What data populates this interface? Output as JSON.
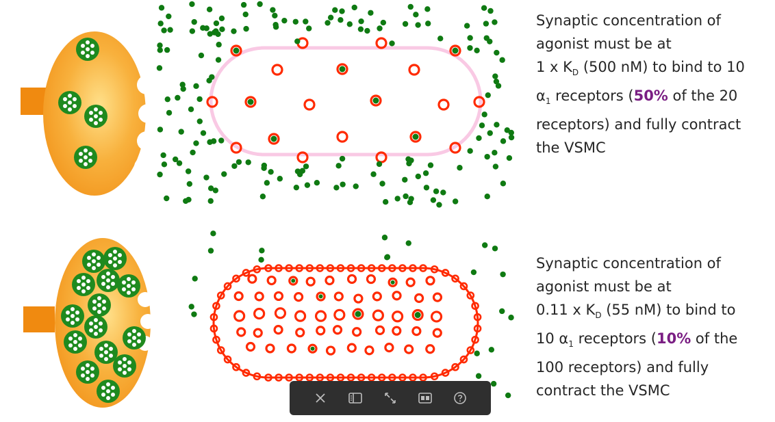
{
  "panels": [
    {
      "caption": {
        "line1": "Synaptic concentration of",
        "line2": "agonist must be at",
        "line3_pre": "1 x K",
        "line3_sub": "D",
        "line3_post": " (500 nM) to bind to 10",
        "line4_alpha": "α",
        "line4_alpha_sub": "1",
        "line4_pre": " receptors (",
        "line4_highlight": "50%",
        "line4_post": " of the 20",
        "line5": "receptors) and fully contract",
        "line6": "the VSMC"
      },
      "highlight_color": "#7a1e83"
    },
    {
      "caption": {
        "line1": "Synaptic concentration of",
        "line2": "agonist must be at",
        "line3_pre": "0.11 x K",
        "line3_sub": "D",
        "line3_post": " (55 nM) to bind to",
        "line4_pre": "10 ",
        "line4_alpha": "α",
        "line4_alpha_sub": "1",
        "line4_mid": " receptors (",
        "line4_highlight": "10%",
        "line4_post": " of the",
        "line5": "100 receptors) and fully",
        "line6": "contract the VSMC"
      },
      "highlight_color": "#7a1e83"
    }
  ],
  "toolbar": {
    "items": [
      "close-icon",
      "sidebar-icon",
      "expand-icon",
      "layout-icon",
      "help-icon"
    ],
    "background": "#2f2f2f"
  },
  "colors": {
    "terminal": "#f59a22",
    "vesicle": "#1f8a1f",
    "agonist": "#0f7a12",
    "receptor": "#ff2a00",
    "membrane": "#f9c9e4"
  }
}
